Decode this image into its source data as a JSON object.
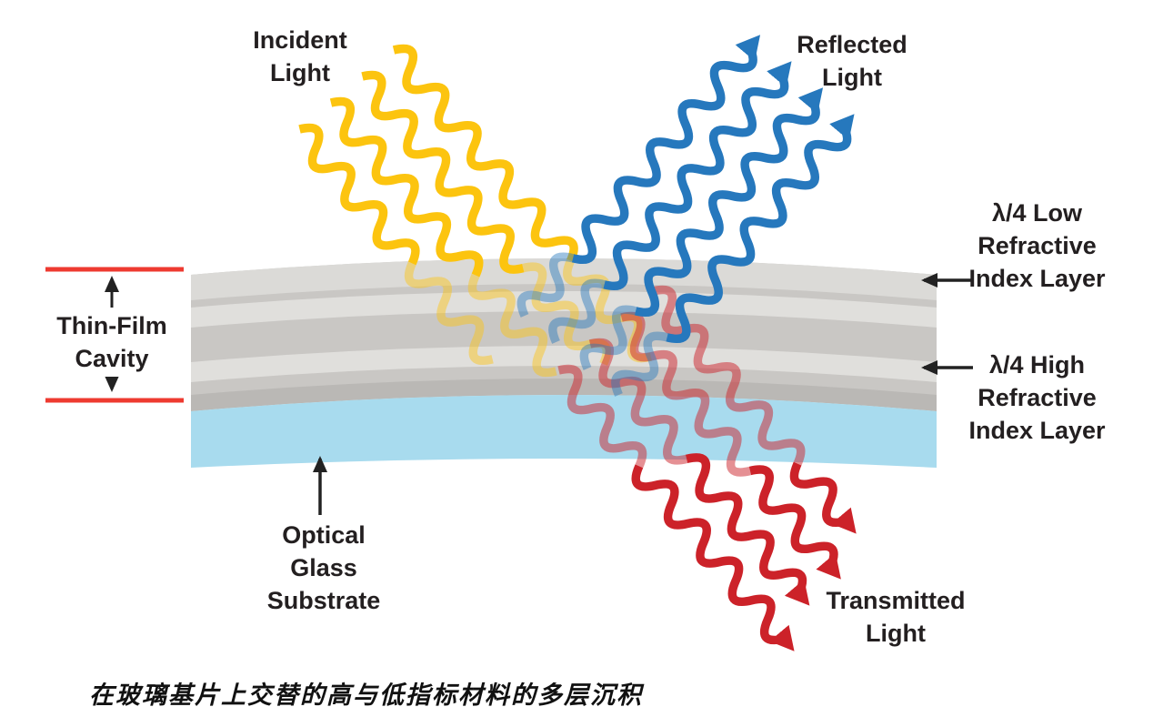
{
  "diagram": {
    "incident": {
      "line1": "Incident",
      "line2": "Light"
    },
    "reflected": {
      "line1": "Reflected",
      "line2": "Light"
    },
    "transmitted": {
      "line1": "Transmitted",
      "line2": "Light"
    },
    "low_index_layer": {
      "line1": "λ/4 Low",
      "line2": "Refractive",
      "line3": "Index Layer"
    },
    "high_index_layer": {
      "line1": "λ/4 High",
      "line2": "Refractive",
      "line3": "Index Layer"
    },
    "thin_film_cavity": {
      "line1": "Thin-Film",
      "line2": "Cavity"
    },
    "optical_glass_substrate": {
      "line1": "Optical",
      "line2": "Glass",
      "line3": "Substrate"
    },
    "caption": "在玻璃基片上交替的高与低指标材料的多层沉积"
  },
  "colors": {
    "incident_yellow": "#fcc40f",
    "reflected_blue": "#2678bd",
    "transmitted_red": "#cc2229",
    "cavity_marker_red": "#ee3a30",
    "coating_gray": "#c9c7c4",
    "coating_band_light": "#e4e3e0",
    "substrate_blue": "#a8dbee",
    "label_text": "#231f20"
  }
}
